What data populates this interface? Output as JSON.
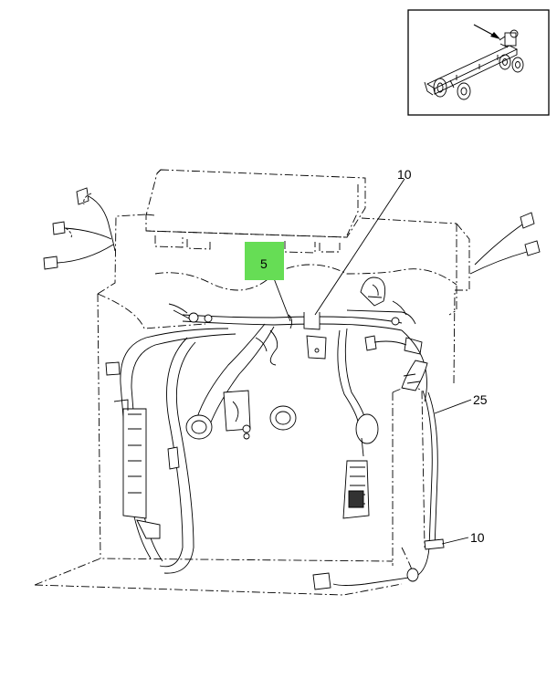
{
  "diagram": {
    "callouts": [
      {
        "id": "c5",
        "label": "5",
        "highlighted": true
      },
      {
        "id": "c10a",
        "label": "10"
      },
      {
        "id": "c25",
        "label": "25"
      },
      {
        "id": "c10b",
        "label": "10"
      }
    ],
    "highlight_color": "#66dd55",
    "line_color": "#000000"
  }
}
